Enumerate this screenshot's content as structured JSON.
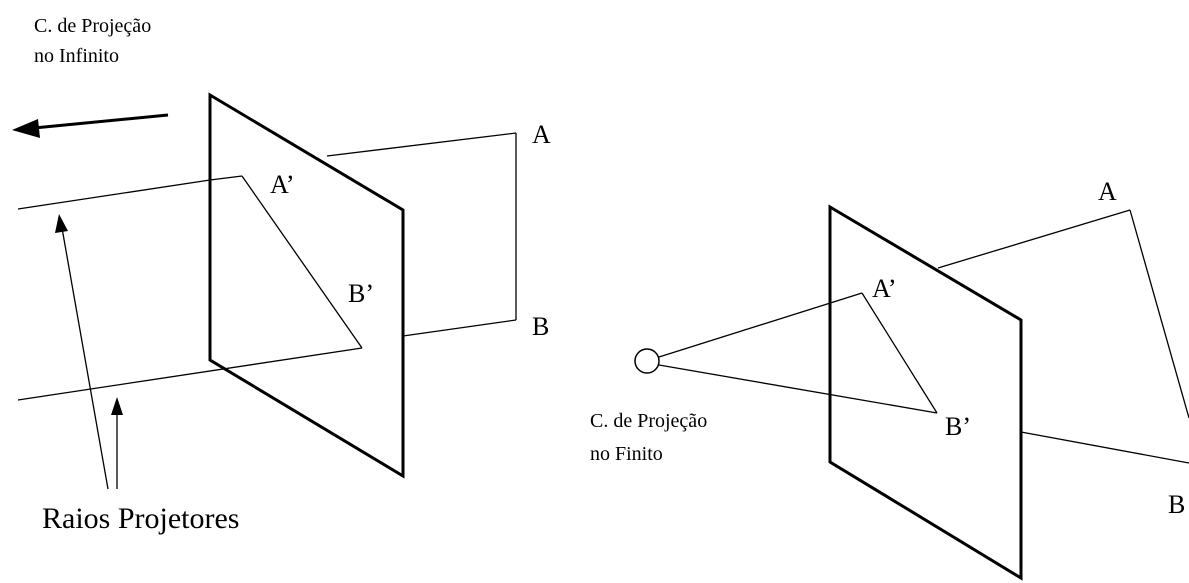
{
  "left_panel": {
    "center_label_line1": "C. de Projeção",
    "center_label_line2": "no Infinito",
    "point_a": "A",
    "point_b": "B",
    "point_a_proj": "A’",
    "point_b_proj": "B’",
    "rays_label": "Raios Projetores"
  },
  "right_panel": {
    "center_label_line1": "C. de Projeção",
    "center_label_line2": "no Finito",
    "point_a": "A",
    "point_b": "B",
    "point_a_proj": "A’",
    "point_b_proj": "B’"
  }
}
